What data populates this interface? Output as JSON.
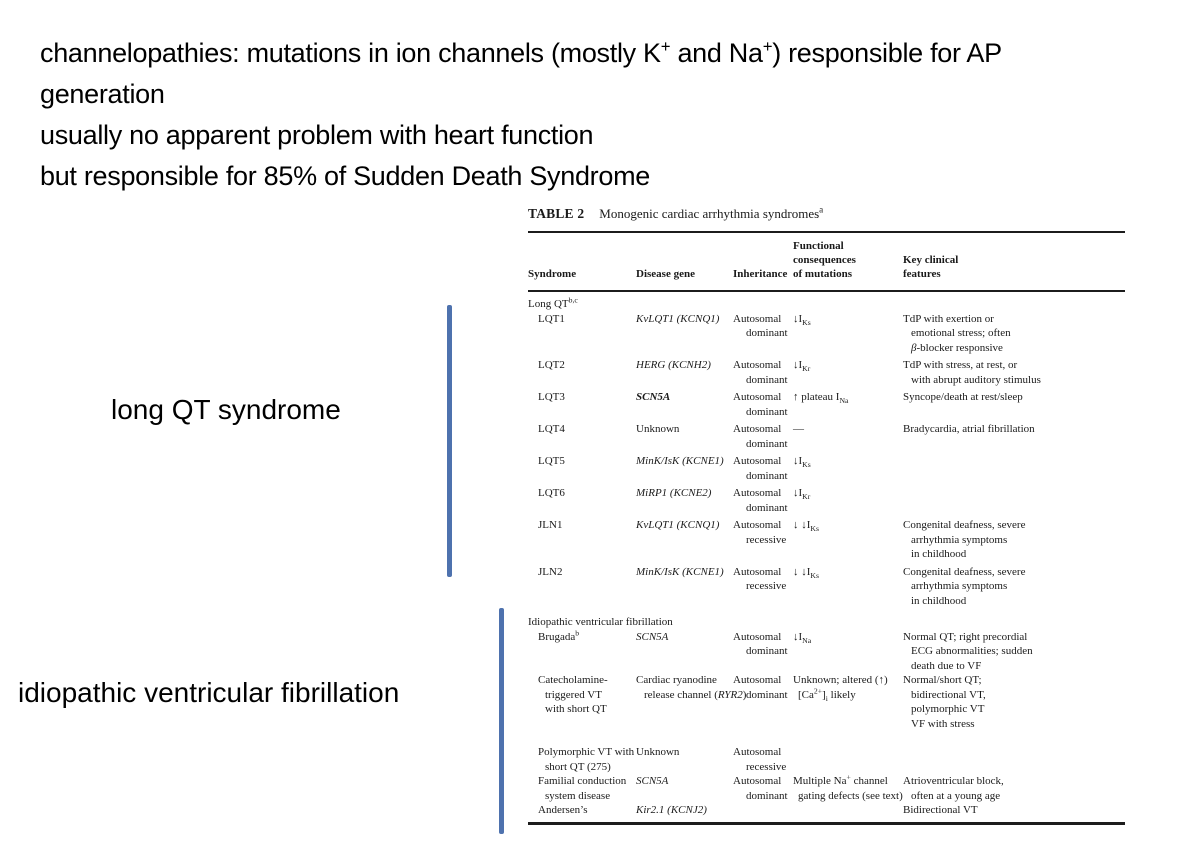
{
  "slide": {
    "intro_lines": [
      "channelopathies: mutations in ion channels (mostly K^{+} and Na^{+}) responsible for AP",
      "generation",
      "usually no apparent problem with heart function",
      "but responsible for 85% of Sudden Death Syndrome"
    ],
    "accent_bar_color": "#4e72ae",
    "annotations": {
      "long_qt": "long QT syndrome",
      "ivf": "idiopathic ventricular fibrillation"
    }
  },
  "table": {
    "title_label": "TABLE 2",
    "title": "Monogenic cardiac arrhythmia syndromes^{a}",
    "columns": [
      {
        "id": "syndrome",
        "lines": [
          "Syndrome"
        ]
      },
      {
        "id": "disease-gene",
        "lines": [
          "Disease gene"
        ]
      },
      {
        "id": "inheritance",
        "lines": [
          "Inheritance"
        ]
      },
      {
        "id": "functional-consequences",
        "lines": [
          "Functional",
          "consequences",
          "of mutations"
        ]
      },
      {
        "id": "key-clinical-features",
        "lines": [
          "Key clinical",
          "features"
        ]
      }
    ],
    "sections": [
      {
        "heading": "Long QT^{b,c}",
        "rows": [
          {
            "syndrome": [
              "LQT1"
            ],
            "gene": [
              "//KvLQT1 (KCNQ1)//"
            ],
            "inheritance": [
              "Autosomal",
              "dominant"
            ],
            "functional": [
              "↓I_{Ks}"
            ],
            "clinical": [
              "TdP with exertion or",
              "emotional stress; often",
              "//β//-blocker responsive"
            ]
          },
          {
            "syndrome": [
              "LQT2"
            ],
            "gene": [
              "//HERG (KCNH2)//"
            ],
            "inheritance": [
              "Autosomal",
              "dominant"
            ],
            "functional": [
              "↓I_{Kr}"
            ],
            "clinical": [
              "TdP with stress, at rest, or",
              "with abrupt auditory stimulus"
            ]
          },
          {
            "syndrome": [
              "LQT3"
            ],
            "gene": [
              "**//SCN5A//**"
            ],
            "inheritance": [
              "Autosomal",
              "dominant"
            ],
            "functional": [
              "↑ plateau I_{Na}"
            ],
            "clinical": [
              "Syncope/death at rest/sleep"
            ]
          },
          {
            "syndrome": [
              "LQT4"
            ],
            "gene": [
              "Unknown"
            ],
            "inheritance": [
              "Autosomal",
              "dominant"
            ],
            "functional": [
              "—"
            ],
            "clinical": [
              "Bradycardia, atrial fibrillation"
            ]
          },
          {
            "syndrome": [
              "LQT5"
            ],
            "gene": [
              "//MinK/IsK (KCNE1)//"
            ],
            "inheritance": [
              "Autosomal",
              "dominant"
            ],
            "functional": [
              "↓I_{Ks}"
            ],
            "clinical": []
          },
          {
            "syndrome": [
              "LQT6"
            ],
            "gene": [
              "//MiRP1 (KCNE2)//"
            ],
            "inheritance": [
              "Autosomal",
              "dominant"
            ],
            "functional": [
              "↓I_{Kr}"
            ],
            "clinical": []
          },
          {
            "syndrome": [
              "JLN1"
            ],
            "gene": [
              "//KvLQT1 (KCNQ1)//"
            ],
            "inheritance": [
              "Autosomal",
              "recessive"
            ],
            "functional": [
              "↓ ↓I_{Ks}"
            ],
            "clinical": [
              "Congenital deafness, severe",
              "arrhythmia symptoms",
              "in childhood"
            ]
          },
          {
            "syndrome": [
              "JLN2"
            ],
            "gene": [
              "//MinK/IsK (KCNE1)//"
            ],
            "inheritance": [
              "Autosomal",
              "recessive"
            ],
            "functional": [
              "↓ ↓I_{Ks}"
            ],
            "clinical": [
              "Congenital deafness, severe",
              "arrhythmia symptoms",
              "in childhood"
            ]
          }
        ]
      },
      {
        "heading": "Idiopathic ventricular fibrillation",
        "rows": [
          {
            "syndrome": [
              "Brugada^{b}"
            ],
            "gene": [
              "//SCN5A//"
            ],
            "inheritance": [
              "Autosomal",
              "dominant"
            ],
            "functional": [
              "↓I_{Na}"
            ],
            "clinical": [
              "Normal QT; right precordial",
              "ECG abnormalities; sudden",
              "death due to VF"
            ]
          },
          {
            "syndrome": [
              "Catecholamine-",
              "triggered VT",
              "with short QT"
            ],
            "gene": [
              "Cardiac ryanodine",
              "release channel (//RYR2//)"
            ],
            "inheritance": [
              "Autosomal",
              "dominant"
            ],
            "functional": [
              "Unknown; altered (↑)",
              "[Ca^{2+}]_{i} likely"
            ],
            "clinical": [
              "Normal/short QT;",
              "bidirectional VT,",
              "polymorphic VT",
              "VF with stress"
            ]
          },
          {
            "spacer_before": true,
            "syndrome": [
              "Polymorphic VT with",
              "short QT (275)"
            ],
            "gene": [
              "Unknown"
            ],
            "inheritance": [
              "Autosomal",
              "recessive"
            ],
            "functional": [],
            "clinical": []
          },
          {
            "syndrome": [
              "Familial conduction",
              "system disease"
            ],
            "gene": [
              "//SCN5A//"
            ],
            "inheritance": [
              "Autosomal",
              "dominant"
            ],
            "functional": [
              "Multiple Na^{+} channel",
              "gating defects (see text)"
            ],
            "clinical": [
              "Atrioventricular block,",
              "often at a young age"
            ]
          },
          {
            "syndrome": [
              "Andersen’s"
            ],
            "gene": [
              "//Kir2.1 (KCNJ2)//"
            ],
            "inheritance": [],
            "functional": [],
            "clinical": [
              "Bidirectional VT"
            ]
          }
        ]
      }
    ]
  }
}
